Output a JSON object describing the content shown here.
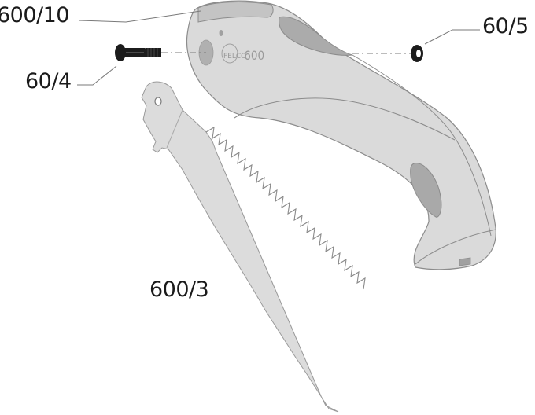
{
  "diagram": {
    "type": "exploded-parts-view",
    "subject": "folding pruning saw",
    "handle_imprint": {
      "brand_mark": "FELCO",
      "model": "600"
    },
    "parts": [
      {
        "id": "handle",
        "label": "600/10",
        "description": "handle"
      },
      {
        "id": "nut",
        "label": "60/5",
        "description": "nut"
      },
      {
        "id": "bolt",
        "label": "60/4",
        "description": "bolt"
      },
      {
        "id": "blade",
        "label": "600/3",
        "description": "saw blade"
      }
    ],
    "colors": {
      "body": "#d9d9d9",
      "body_shade": "#a9a9a9",
      "outline": "#8c8c8c",
      "hardware": "#1c1c1c",
      "leader": "#7a7a7a",
      "text": "#1a1a1a",
      "background": "#ffffff"
    }
  }
}
